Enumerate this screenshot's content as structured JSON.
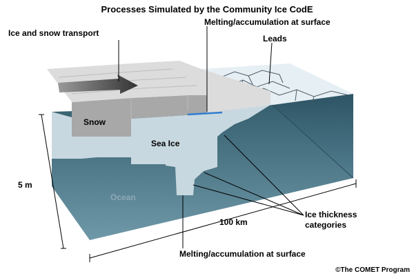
{
  "title": "Processes Simulated by the Community Ice CodE",
  "labels": {
    "transport": "Ice and snow transport",
    "melt_top": "Melting/accumulation at surface",
    "leads": "Leads",
    "snow": "Snow",
    "sea_ice": "Sea Ice",
    "ocean": "Ocean",
    "depth": "5 m",
    "width": "100 km",
    "thickness_line1": "Ice thickness",
    "thickness_line2": "categories",
    "melt_bottom": "Melting/accumulation at surface"
  },
  "credit": "©The COMET Program",
  "colors": {
    "ocean_side": "#3f6778",
    "ocean_side_light": "#6c95a6",
    "ocean_top": "#e4eef3",
    "sea_ice": "#c6d6de",
    "snow_face": "#a7a7a7",
    "snow_top": "#d9d9d9",
    "melt_pond": "#2f7dd1",
    "arrow": "#555555"
  }
}
